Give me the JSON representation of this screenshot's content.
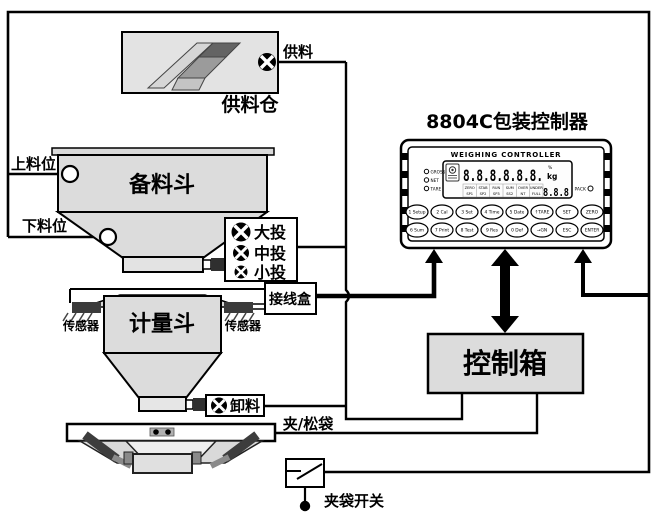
{
  "controller": {
    "title": "8804C包装控制器",
    "header": "WEIGHING CONTROLLER",
    "display": {
      "main": "8.8.8.8.8.8.",
      "sub": "8.8.8",
      "unit": "kg",
      "percent": "%"
    },
    "indicators": {
      "left": [
        "GROSS",
        "NET",
        "TARE"
      ],
      "right": "PACK"
    },
    "annunciators": [
      [
        "ZERO",
        "SP1"
      ],
      [
        "STAB",
        "SP2"
      ],
      [
        "RUN",
        "SP3"
      ],
      [
        "SUM",
        "SS2"
      ],
      [
        "OVER",
        "NT"
      ],
      [
        "UNDER",
        "FULL"
      ]
    ],
    "keys_row1": [
      "1 Setup",
      "2 Cal",
      "3 Set",
      "4 Time",
      "5 Date",
      "↑TARE",
      "SET",
      "ZERO"
    ],
    "keys_row2": [
      "6 Sum",
      "7 Print",
      "8 Test",
      "9 Res",
      "0 Def",
      "→GN",
      "ESC",
      "ENTER"
    ]
  },
  "equipment": {
    "supply_bin": "供料仓",
    "feed": "供料",
    "prep_hopper": "备料斗",
    "upper_level": "上料位",
    "lower_level": "下料位",
    "coarse_feed": "大投",
    "medium_feed": "中投",
    "fine_feed": "小投",
    "junction_box": "接线盒",
    "sensor": "传感器",
    "weigh_hopper": "计量斗",
    "discharge": "卸料",
    "clamp_release": "夹/松袋",
    "bag_switch": "夹袋开关",
    "control_box": "控制箱"
  },
  "colors": {
    "fill_gray": "#dcdcdc",
    "line": "#000000",
    "dark_block": "#2f2f2f"
  }
}
